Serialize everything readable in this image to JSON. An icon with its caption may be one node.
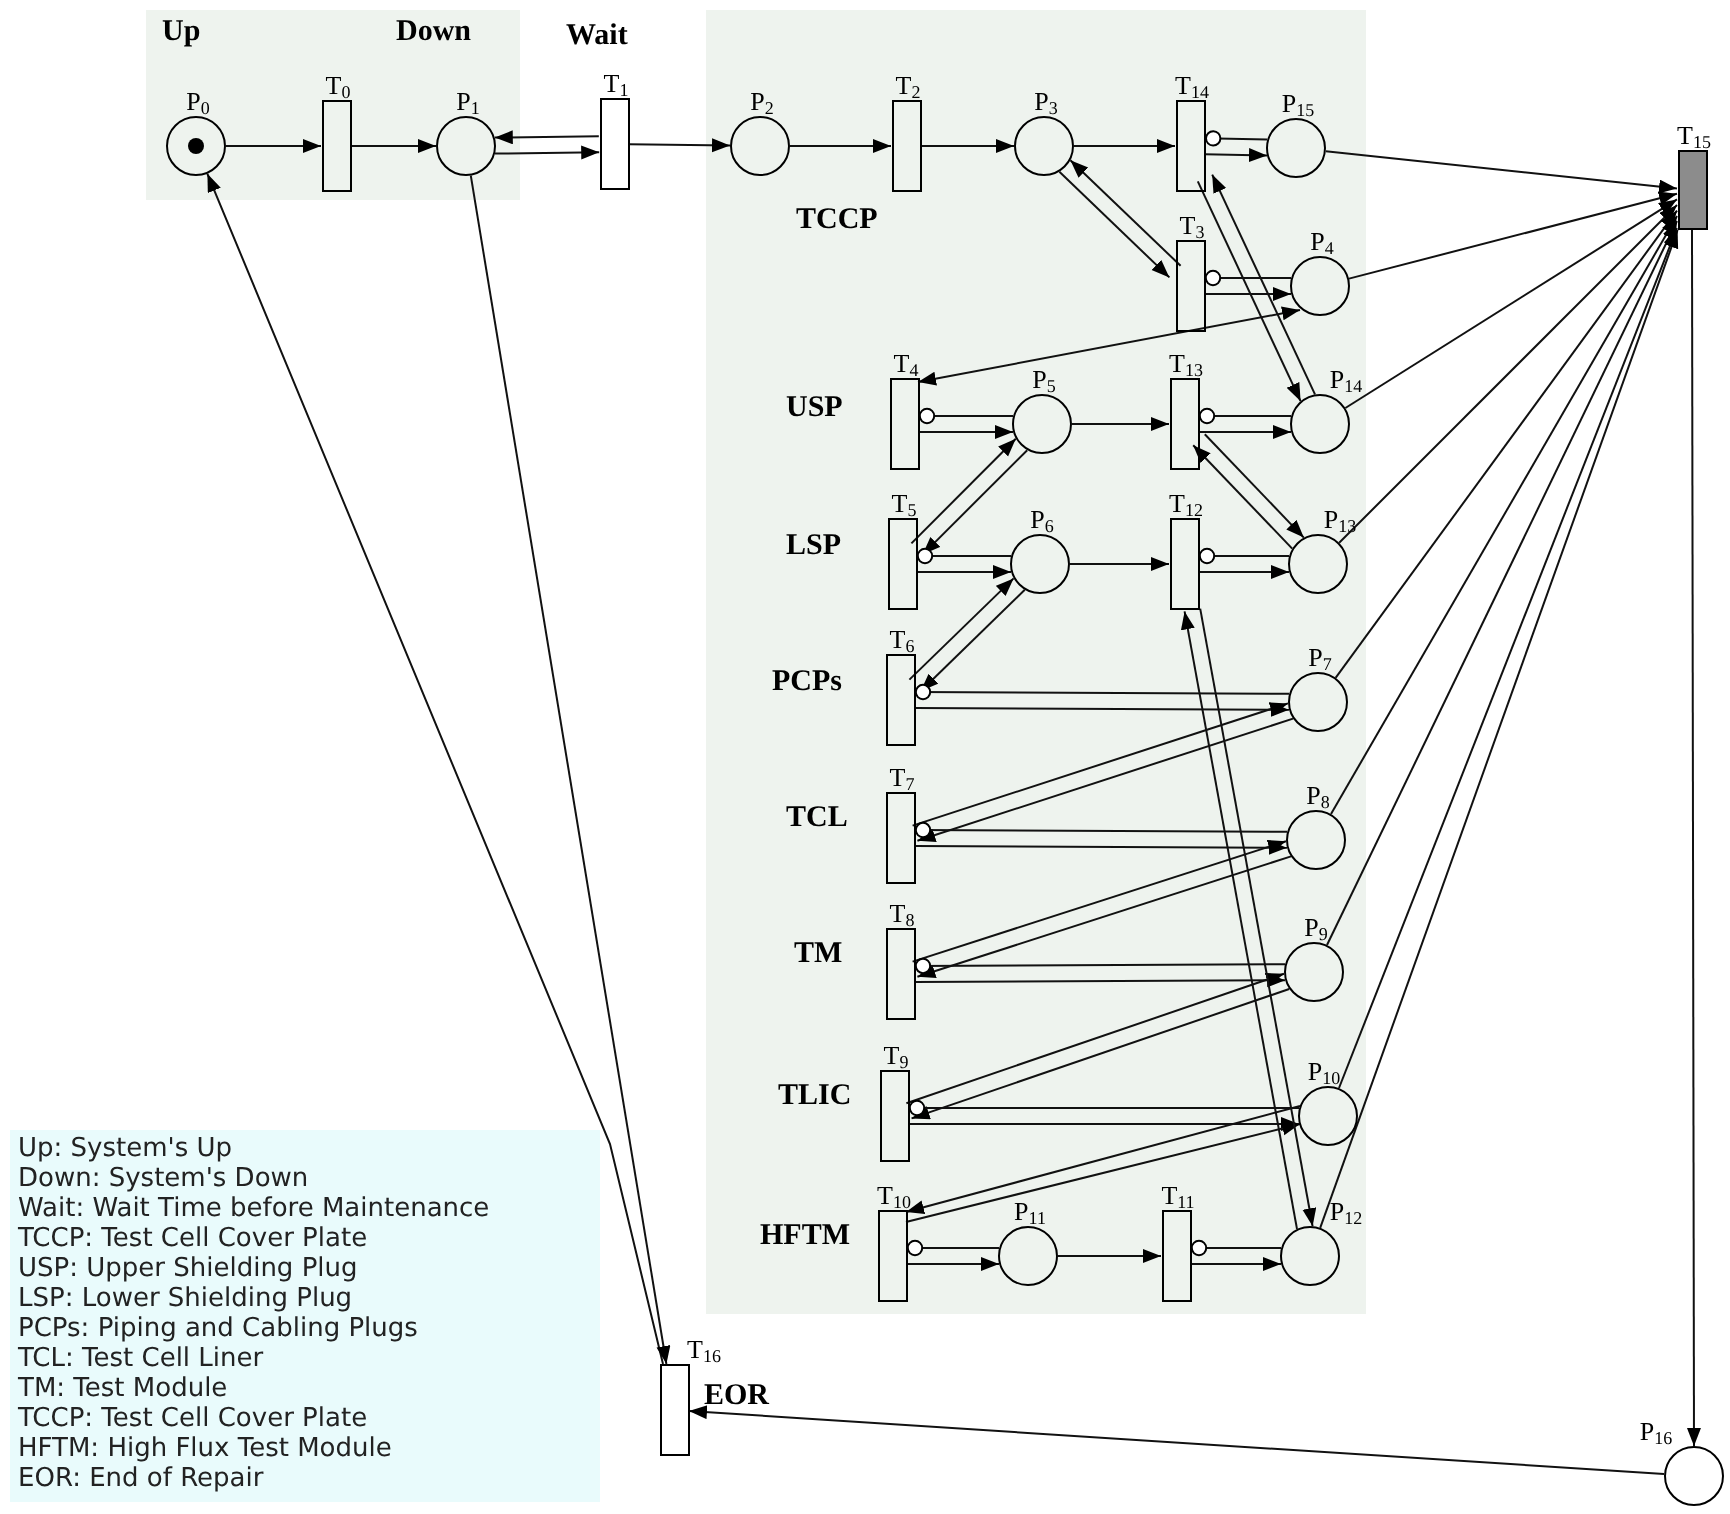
{
  "diagram": {
    "nodes": [
      {
        "text": [],
        "shape": "box"
      },
      {
        "text": [
          "P$_{0}$"
        ],
        "in": 0,
        "beside": [
          "Up"
        ]
      },
      {
        "text": [
          "T$_{0}$"
        ],
        "in": 0
      },
      {
        "text": [
          "P$_{1}$"
        ],
        "in": 0,
        "beside": [
          "Down"
        ]
      },
      {
        "text": [
          "T$_{1}$"
        ],
        "beside": [
          "Wait"
        ]
      },
      {
        "text": [],
        "shape": "box"
      },
      {
        "text": [
          "P$_{2}$"
        ],
        "in": 5
      },
      {
        "text": [
          "T$_{2}$"
        ],
        "in": 5,
        "beside": [
          "TCCP"
        ]
      },
      {
        "text": [
          "P$_{3}$"
        ],
        "in": 5
      },
      {
        "text": [
          "T$_{14}$"
        ],
        "in": 5
      },
      {
        "text": [
          "P$_{15}$"
        ],
        "in": 5
      },
      {
        "text": [
          "T$_{3}$"
        ],
        "in": 5
      },
      {
        "text": [
          "P$_{4}$"
        ],
        "in": 5
      },
      {
        "text": [
          "T$_{4}$"
        ],
        "in": 5,
        "beside": [
          "USP"
        ]
      },
      {
        "text": [
          "P$_{5}$"
        ],
        "in": 5
      },
      {
        "text": [
          "T$_{13}$"
        ],
        "in": 5
      },
      {
        "text": [
          "P$_{14}$"
        ],
        "in": 5
      },
      {
        "text": [
          "T$_{5}$"
        ],
        "in": 5,
        "beside": [
          "LSP"
        ]
      },
      {
        "text": [
          "P$_{6}$"
        ],
        "in": 5
      },
      {
        "text": [
          "T$_{12}$"
        ],
        "in": 5
      },
      {
        "text": [
          "P$_{13}$"
        ],
        "in": 5
      },
      {
        "text": [
          "T$_{6}$"
        ],
        "in": 5,
        "beside": [
          "PCPs"
        ]
      },
      {
        "text": [
          "P$_{7}$"
        ],
        "in": 5
      },
      {
        "text": [
          "T$_{7}$"
        ],
        "in": 5,
        "beside": [
          "TCL"
        ]
      },
      {
        "text": [
          "P$_{8}$"
        ],
        "in": 5
      },
      {
        "text": [
          "T$_{8}$"
        ],
        "in": 5,
        "beside": [
          "TM"
        ]
      },
      {
        "text": [
          "P$_{9}$"
        ],
        "in": 5
      },
      {
        "text": [
          "T$_{9}$"
        ],
        "in": 5,
        "beside": [
          "TLIC"
        ]
      },
      {
        "text": [
          "P$_{10}$"
        ],
        "in": 5
      },
      {
        "text": [
          "T$_{10}$"
        ],
        "in": 5,
        "beside": [
          "HFTM"
        ]
      },
      {
        "text": [
          "P$_{11}$"
        ],
        "in": 5
      },
      {
        "text": [
          "T$_{11}$"
        ],
        "in": 5
      },
      {
        "text": [
          "P$_{12}$"
        ],
        "in": 5
      },
      {
        "text": [
          "T$_{15}$"
        ]
      },
      {
        "text": [
          "P$_{16}$"
        ]
      },
      {
        "text": [
          "T$_{16}$"
        ],
        "beside": [
          "EOR"
        ]
      },
      {
        "text": [
          "Up: System's Up",
          "Down: System's Down",
          "Wait: Wait Time before Maintenance",
          "TCCP: Test Cell Cover Plate",
          "USP: Upper Shielding Plug",
          "LSP: Lower Shielding Plug",
          "PCPs: Piping and Cabling Plugs",
          "TCL: Test Cell Liner",
          "TM: Test Module",
          "TCCP: Test Cell Cover Plate",
          "HFTM: High Flux Test Module",
          "EOR: End of Repair"
        ]
      }
    ],
    "edges": [
      {
        "from": 1,
        "to": 2,
        "arrow": "to"
      },
      {
        "from": 2,
        "to": 3,
        "arrow": "to"
      },
      {
        "from": 4,
        "to": 3,
        "arrow": "to"
      },
      {
        "from": 3,
        "to": 4,
        "arrow": "to"
      },
      {
        "from": 4,
        "to": 6,
        "arrow": "to"
      },
      {
        "from": 6,
        "to": 7,
        "arrow": "to"
      },
      {
        "from": 7,
        "to": 8,
        "arrow": "to"
      },
      {
        "from": 8,
        "to": 9,
        "arrow": "to"
      },
      {
        "from": 10,
        "to": 9,
        "arrow": "other"
      },
      {
        "from": 9,
        "to": 10,
        "arrow": "to"
      },
      {
        "from": 11,
        "to": 8,
        "arrow": "to"
      },
      {
        "from": 8,
        "to": 11,
        "arrow": "to"
      },
      {
        "from": 12,
        "to": 11,
        "arrow": "other"
      },
      {
        "from": 11,
        "to": 12,
        "arrow": "to"
      },
      {
        "from": 16,
        "to": 9,
        "arrow": "to"
      },
      {
        "from": 9,
        "to": 16,
        "arrow": "to"
      },
      {
        "from": 12,
        "to": 13,
        "arrow": "both"
      },
      {
        "from": 14,
        "to": 13,
        "arrow": "other"
      },
      {
        "from": 13,
        "to": 14,
        "arrow": "to"
      },
      {
        "from": 14,
        "to": 17,
        "arrow": "to"
      },
      {
        "from": 17,
        "to": 14,
        "arrow": "to"
      },
      {
        "from": 14,
        "to": 15,
        "arrow": "to"
      },
      {
        "from": 16,
        "to": 15,
        "arrow": "other"
      },
      {
        "from": 15,
        "to": 16,
        "arrow": "to"
      },
      {
        "from": 15,
        "to": 20,
        "arrow": "to"
      },
      {
        "from": 20,
        "to": 15,
        "arrow": "to"
      },
      {
        "from": 18,
        "to": 17,
        "arrow": "other"
      },
      {
        "from": 17,
        "to": 18,
        "arrow": "to"
      },
      {
        "from": 18,
        "to": 19,
        "arrow": "to"
      },
      {
        "from": 20,
        "to": 19,
        "arrow": "other"
      },
      {
        "from": 19,
        "to": 20,
        "arrow": "to"
      },
      {
        "from": 18,
        "to": 21,
        "arrow": "to"
      },
      {
        "from": 21,
        "to": 18,
        "arrow": "to"
      },
      {
        "from": 22,
        "to": 21,
        "arrow": "other"
      },
      {
        "from": 21,
        "to": 22,
        "arrow": "to"
      },
      {
        "from": 22,
        "to": 23,
        "arrow": "to"
      },
      {
        "from": 23,
        "to": 22,
        "arrow": "to"
      },
      {
        "from": 24,
        "to": 23,
        "arrow": "other"
      },
      {
        "from": 23,
        "to": 24,
        "arrow": "to"
      },
      {
        "from": 24,
        "to": 25,
        "arrow": "to"
      },
      {
        "from": 25,
        "to": 24,
        "arrow": "to"
      },
      {
        "from": 26,
        "to": 25,
        "arrow": "other"
      },
      {
        "from": 25,
        "to": 26,
        "arrow": "to"
      },
      {
        "from": 26,
        "to": 27,
        "arrow": "to"
      },
      {
        "from": 27,
        "to": 26,
        "arrow": "to"
      },
      {
        "from": 28,
        "to": 27,
        "arrow": "other"
      },
      {
        "from": 27,
        "to": 28,
        "arrow": "to"
      },
      {
        "from": 28,
        "to": 29,
        "arrow": "to"
      },
      {
        "from": 29,
        "to": 28,
        "arrow": "to"
      },
      {
        "from": 30,
        "to": 29,
        "arrow": "other"
      },
      {
        "from": 29,
        "to": 30,
        "arrow": "to"
      },
      {
        "from": 30,
        "to": 31,
        "arrow": "to"
      },
      {
        "from": 32,
        "to": 31,
        "arrow": "other"
      },
      {
        "from": 31,
        "to": 32,
        "arrow": "to"
      },
      {
        "from": 19,
        "to": 32,
        "arrow": "to"
      },
      {
        "from": 32,
        "to": 19,
        "arrow": "to"
      },
      {
        "from": 10,
        "to": 33,
        "arrow": "to"
      },
      {
        "from": 12,
        "to": 33,
        "arrow": "to"
      },
      {
        "from": 16,
        "to": 33,
        "arrow": "to"
      },
      {
        "from": 20,
        "to": 33,
        "arrow": "to"
      },
      {
        "from": 22,
        "to": 33,
        "arrow": "to"
      },
      {
        "from": 24,
        "to": 33,
        "arrow": "to"
      },
      {
        "from": 26,
        "to": 33,
        "arrow": "to"
      },
      {
        "from": 28,
        "to": 33,
        "arrow": "to"
      },
      {
        "from": 32,
        "to": 33,
        "arrow": "to"
      },
      {
        "from": 33,
        "to": 34,
        "arrow": "to"
      },
      {
        "from": 34,
        "to": 35,
        "arrow": "to"
      },
      {
        "from": 35,
        "to": 1,
        "arrow": "to"
      },
      {
        "from": 3,
        "to": 35,
        "arrow": "to"
      }
    ]
  }
}
